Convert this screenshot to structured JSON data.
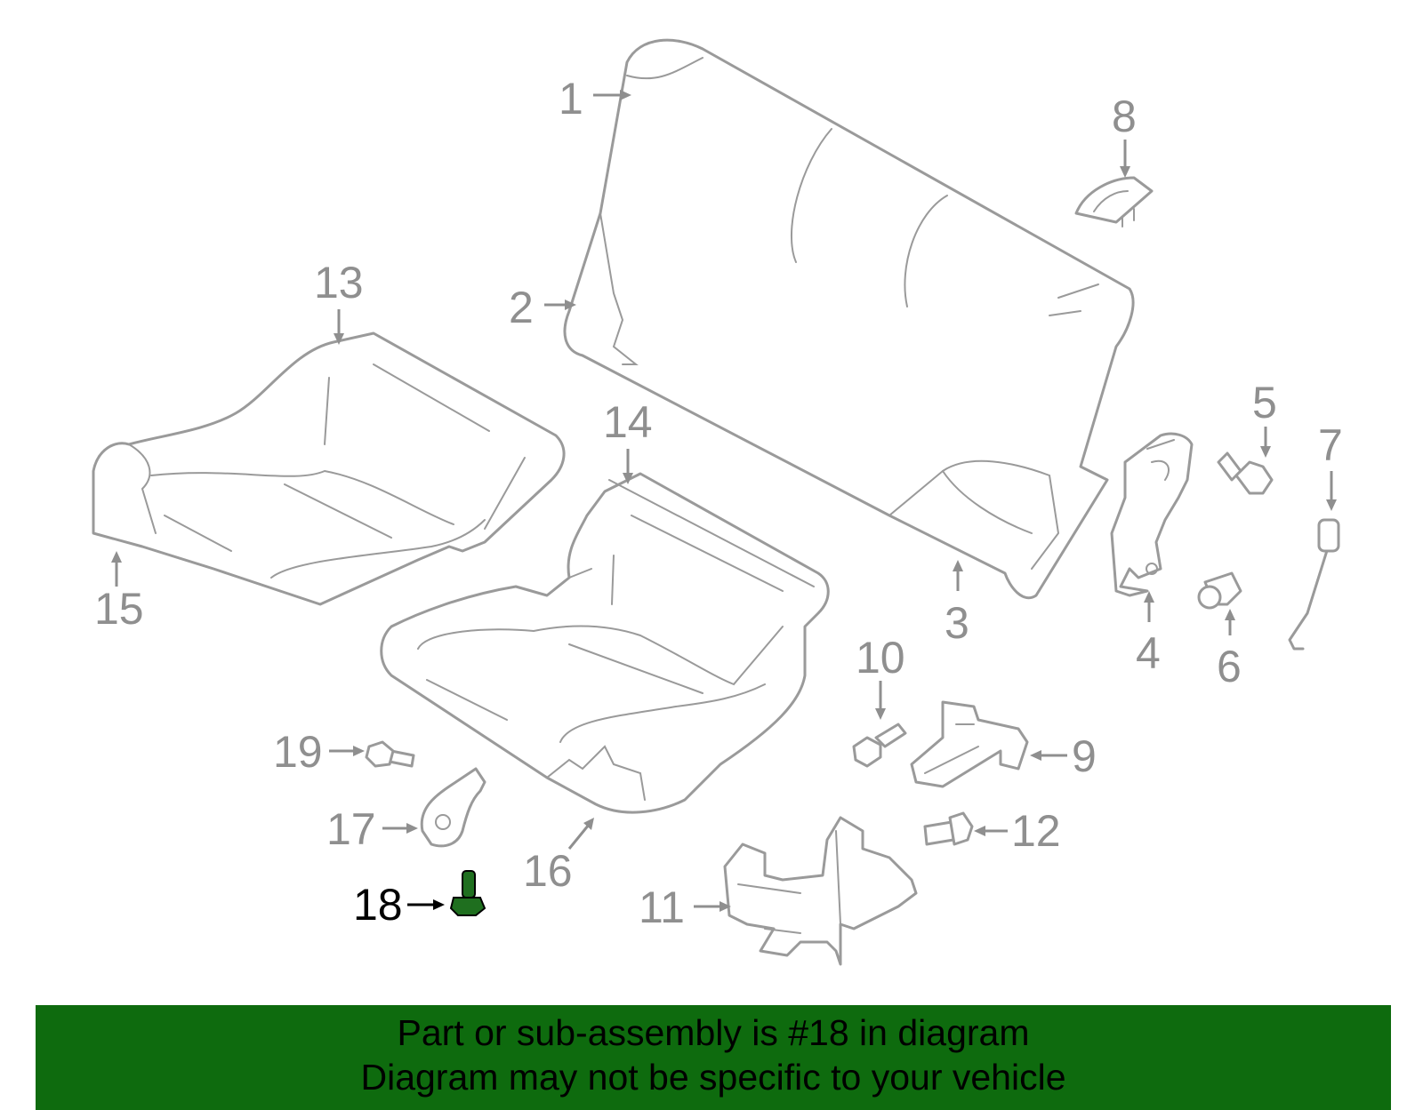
{
  "callouts": {
    "c1": "1",
    "c2": "2",
    "c3": "3",
    "c4": "4",
    "c5": "5",
    "c6": "6",
    "c7": "7",
    "c8": "8",
    "c9": "9",
    "c10": "10",
    "c11": "11",
    "c12": "12",
    "c13": "13",
    "c14": "14",
    "c15": "15",
    "c16": "16",
    "c17": "17",
    "c18": "18",
    "c19": "19"
  },
  "highlighted_part": "18",
  "colors": {
    "part_line": "#9a9a9a",
    "highlight_part": "#1f6f1f",
    "banner_bg": "#0e6b0e"
  },
  "banner": {
    "line1": "Part or sub-assembly is #18 in diagram",
    "line2": "Diagram may not be specific to your vehicle"
  }
}
